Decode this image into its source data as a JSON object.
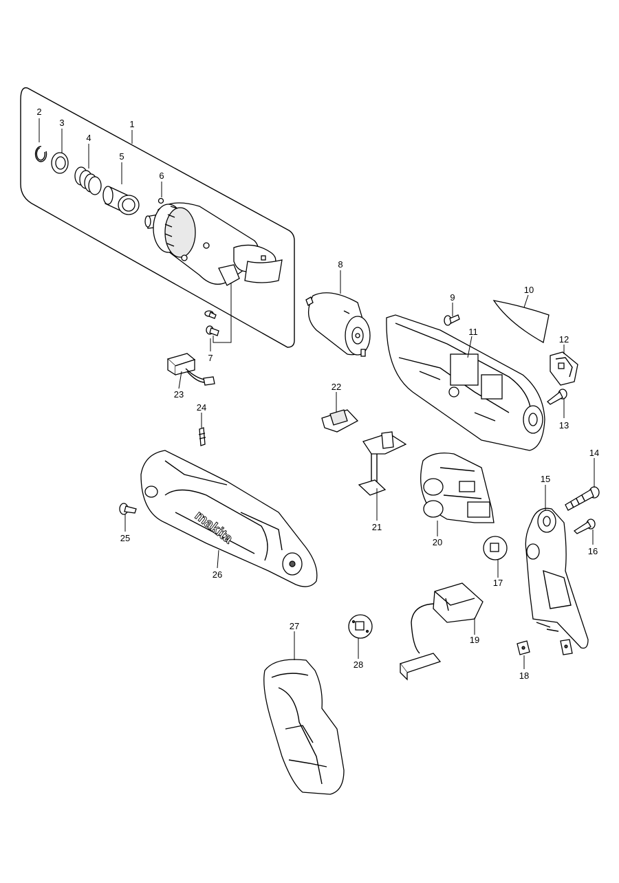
{
  "parts": [
    {
      "no": "1"
    },
    {
      "no": "2"
    },
    {
      "no": "3"
    },
    {
      "no": "4"
    },
    {
      "no": "5"
    },
    {
      "no": "6"
    },
    {
      "no": "7"
    },
    {
      "no": "8"
    },
    {
      "no": "9"
    },
    {
      "no": "10"
    },
    {
      "no": "11"
    },
    {
      "no": "12"
    },
    {
      "no": "13"
    },
    {
      "no": "14"
    },
    {
      "no": "15"
    },
    {
      "no": "16"
    },
    {
      "no": "17"
    },
    {
      "no": "18"
    },
    {
      "no": "19"
    },
    {
      "no": "20"
    },
    {
      "no": "21"
    },
    {
      "no": "22"
    },
    {
      "no": "23"
    },
    {
      "no": "24"
    },
    {
      "no": "25"
    },
    {
      "no": "26"
    },
    {
      "no": "27"
    },
    {
      "no": "28"
    }
  ],
  "brand_logo": "makita",
  "colors": {
    "line": "#000000",
    "background": "#ffffff"
  }
}
